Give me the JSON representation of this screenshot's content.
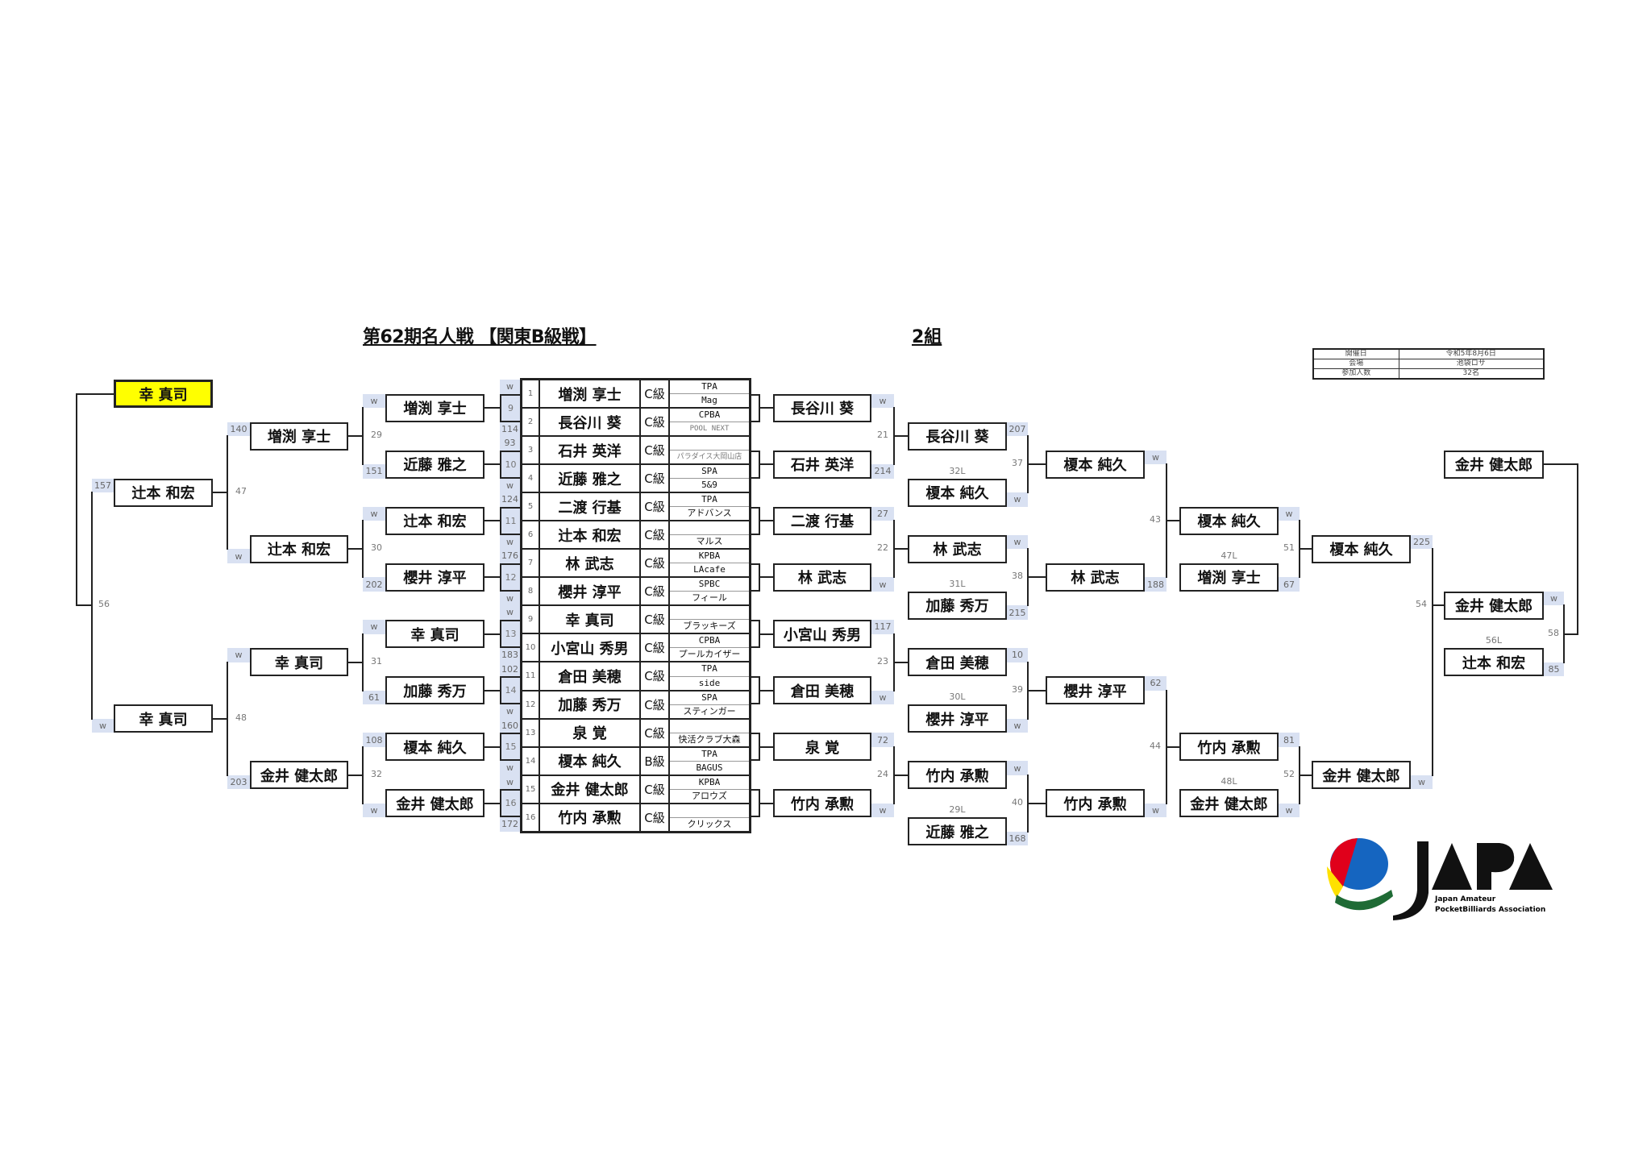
{
  "title": "第62期名人戦 【関東B級戦】",
  "group": "2組",
  "info": [
    {
      "label": "開催日",
      "value": "令和5年8月6日"
    },
    {
      "label": "会場",
      "value": "池袋ロサ"
    },
    {
      "label": "参加人数",
      "value": "32名"
    }
  ],
  "entry_table": [
    {
      "seed": "1",
      "name": "増渕 享士",
      "class": "C級",
      "org": "TPA",
      "club": "Mag",
      "score": "w"
    },
    {
      "seed": "2",
      "name": "長谷川 葵",
      "class": "C級",
      "org": "CPBA",
      "club": "POOL NEXT",
      "score": "114"
    },
    {
      "seed": "3",
      "name": "石井 英洋",
      "class": "C級",
      "org": "",
      "club": "パラダイス大岡山店",
      "score": "93"
    },
    {
      "seed": "4",
      "name": "近藤 雅之",
      "class": "C級",
      "org": "SPA",
      "club": "5&9",
      "score": "w"
    },
    {
      "seed": "5",
      "name": "二渡 行基",
      "class": "C級",
      "org": "TPA",
      "club": "アドバンス",
      "score": "124"
    },
    {
      "seed": "6",
      "name": "辻本 和宏",
      "class": "C級",
      "org": "",
      "club": "マルス",
      "score": "w"
    },
    {
      "seed": "7",
      "name": "林 武志",
      "class": "C級",
      "org": "KPBA",
      "club": "LAcafe",
      "score": "176"
    },
    {
      "seed": "8",
      "name": "櫻井 淳平",
      "class": "C級",
      "org": "SPBC",
      "club": "フィール",
      "score": "w"
    },
    {
      "seed": "9",
      "name": "幸 真司",
      "class": "C級",
      "org": "",
      "club": "ブラッキーズ",
      "score": "w"
    },
    {
      "seed": "10",
      "name": "小宮山 秀男",
      "class": "C級",
      "org": "CPBA",
      "club": "プールカイザー",
      "score": "183"
    },
    {
      "seed": "11",
      "name": "倉田 美穂",
      "class": "C級",
      "org": "TPA",
      "club": "side",
      "score": "102"
    },
    {
      "seed": "12",
      "name": "加藤 秀万",
      "class": "C級",
      "org": "SPA",
      "club": "スティンガー",
      "score": "w"
    },
    {
      "seed": "13",
      "name": "泉 覚",
      "class": "C級",
      "org": "",
      "club": "快活クラブ大森",
      "score": "160"
    },
    {
      "seed": "14",
      "name": "榎本 純久",
      "class": "B級",
      "org": "TPA",
      "club": "BAGUS",
      "score": "w"
    },
    {
      "seed": "15",
      "name": "金井 健太郎",
      "class": "C級",
      "org": "KPBA",
      "club": "アロウズ",
      "score": "w"
    },
    {
      "seed": "16",
      "name": "竹内 承勲",
      "class": "C級",
      "org": "",
      "club": "クリックス",
      "score": "172"
    }
  ],
  "first_round_matches": [
    "9",
    "10",
    "11",
    "12",
    "13",
    "14",
    "15",
    "16"
  ],
  "winners": {
    "r2": [
      {
        "name": "増渕 享士",
        "score": "w"
      },
      {
        "name": "近藤 雅之",
        "score": "151"
      },
      {
        "name": "辻本 和宏",
        "score": "w"
      },
      {
        "name": "櫻井 淳平",
        "score": "202"
      },
      {
        "name": "幸 真司",
        "score": "w"
      },
      {
        "name": "加藤 秀万",
        "score": "61"
      },
      {
        "name": "榎本 純久",
        "score": "108"
      },
      {
        "name": "金井 健太郎",
        "score": "w"
      }
    ],
    "r2_matches": [
      "29",
      "30",
      "31",
      "32"
    ],
    "r3": [
      {
        "name": "増渕 享士",
        "score": "140"
      },
      {
        "name": "辻本 和宏",
        "score": "w"
      },
      {
        "name": "幸 真司",
        "score": "w"
      },
      {
        "name": "金井 健太郎",
        "score": "203"
      }
    ],
    "r3_matches": [
      "47",
      "48"
    ],
    "r4": [
      {
        "name": "辻本 和宏",
        "score": "157"
      },
      {
        "name": "幸 真司",
        "score": "w"
      }
    ],
    "r4_matches": [
      "56"
    ],
    "champion": "幸 真司"
  },
  "losers": {
    "r1": [
      {
        "name": "長谷川 葵",
        "score": "w"
      },
      {
        "name": "石井 英洋",
        "score": "214"
      },
      {
        "name": "二渡 行基",
        "score": "27"
      },
      {
        "name": "林 武志",
        "score": "w"
      },
      {
        "name": "小宮山 秀男",
        "score": "117"
      },
      {
        "name": "倉田 美穂",
        "score": "w"
      },
      {
        "name": "泉 覚",
        "score": "72"
      },
      {
        "name": "竹内 承勲",
        "score": "w"
      }
    ],
    "r1_matches": [
      "21",
      "22",
      "23",
      "24"
    ],
    "r2": [
      {
        "name": "長谷川 葵",
        "score": "207"
      },
      {
        "name": "榎本 純久",
        "score": "w",
        "drop": "32L"
      },
      {
        "name": "林 武志",
        "score": "w"
      },
      {
        "name": "加藤 秀万",
        "score": "215",
        "drop": "31L"
      },
      {
        "name": "倉田 美穂",
        "score": "10"
      },
      {
        "name": "櫻井 淳平",
        "score": "w",
        "drop": "30L"
      },
      {
        "name": "竹内 承勲",
        "score": "w"
      },
      {
        "name": "近藤 雅之",
        "score": "168",
        "drop": "29L"
      }
    ],
    "r2_matches": [
      "37",
      "38",
      "39",
      "40"
    ],
    "r3": [
      {
        "name": "榎本 純久",
        "score": "w"
      },
      {
        "name": "林 武志",
        "score": "188"
      },
      {
        "name": "櫻井 淳平",
        "score": "62"
      },
      {
        "name": "竹内 承勲",
        "score": "w"
      }
    ],
    "r3_matches": [
      "43",
      "44"
    ],
    "r4": [
      {
        "name": "榎本 純久",
        "score": "w"
      },
      {
        "name": "増渕 享士",
        "score": "67",
        "drop": "47L"
      },
      {
        "name": "竹内 承勲",
        "score": "81"
      },
      {
        "name": "金井 健太郎",
        "score": "w",
        "drop": "48L"
      }
    ],
    "r4_matches": [
      "51",
      "52"
    ],
    "r5": [
      {
        "name": "榎本 純久",
        "score": "225"
      },
      {
        "name": "金井 健太郎",
        "score": "w"
      }
    ],
    "r5_matches": [
      "54"
    ],
    "r6": [
      {
        "name": "金井 健太郎",
        "score": "w"
      },
      {
        "name": "辻本 和宏",
        "score": "85",
        "drop": "56L"
      }
    ],
    "r6_matches": [
      "58"
    ],
    "final": "金井 健太郎"
  },
  "logo": {
    "wordmark": "JAPA",
    "line1": "Japan Amateur",
    "line2": "PocketBilliards Association",
    "colors": {
      "blue": "#1565c0",
      "red": "#e0001b",
      "yellow": "#ffe100",
      "green": "#1f6b35"
    }
  }
}
